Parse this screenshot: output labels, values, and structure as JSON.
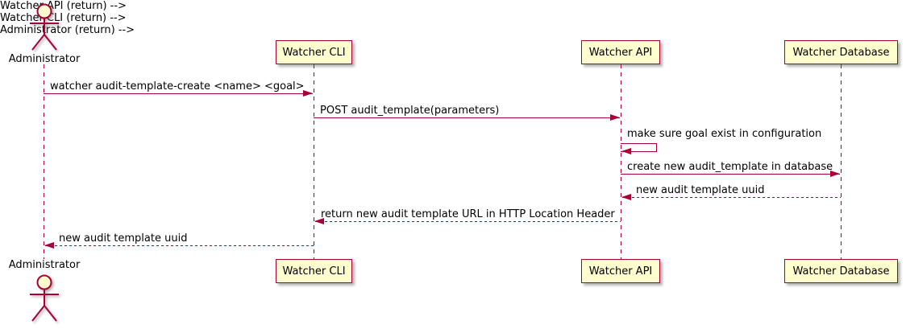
{
  "diagram_type": "sequence",
  "colors": {
    "accent": "#A80036",
    "participant_fill": "#FEFECE",
    "text": "#000000",
    "background": "#FFFFFF"
  },
  "actor": {
    "label": "Administrator"
  },
  "participants": [
    {
      "label": "Watcher CLI"
    },
    {
      "label": "Watcher API"
    },
    {
      "label": "Watcher Database"
    }
  ],
  "messages": [
    {
      "from": "Administrator",
      "to": "Watcher CLI",
      "style": "solid",
      "text": "watcher audit-template-create <name> <goal>"
    },
    {
      "from": "Watcher CLI",
      "to": "Watcher API",
      "style": "solid",
      "text": "POST audit_template(parameters)"
    },
    {
      "from": "Watcher API",
      "to": "Watcher API",
      "style": "self",
      "text": "make sure goal exist in configuration"
    },
    {
      "from": "Watcher API",
      "to": "Watcher Database",
      "style": "solid",
      "text": "create new audit_template in database"
    },
    {
      "from": "Watcher Database",
      "to": "Watcher API",
      "style": "dashed",
      "text": "new audit template uuid"
    },
    {
      "from": "Watcher API",
      "to": "Watcher CLI",
      "style": "dashed",
      "text": "return new audit template URL in HTTP Location Header"
    },
    {
      "from": "Watcher CLI",
      "to": "Administrator",
      "style": "dashed",
      "text": "new audit template uuid"
    }
  ]
}
